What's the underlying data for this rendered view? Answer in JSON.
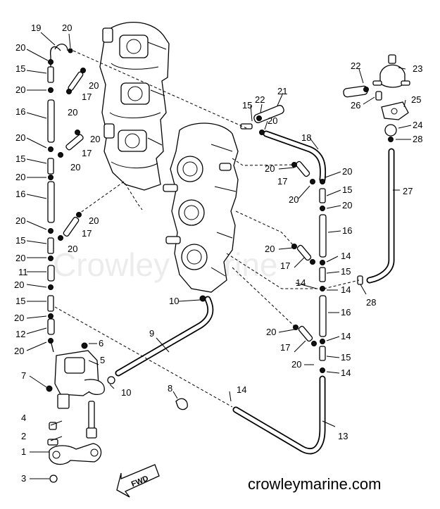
{
  "watermark": "Crowley Marine",
  "site_label": "crowleymarine.com",
  "fwd_label": "FWD",
  "callouts": [
    {
      "id": "c19",
      "text": "19"
    },
    {
      "id": "c20a",
      "text": "20"
    },
    {
      "id": "c20b",
      "text": "20"
    },
    {
      "id": "c15a",
      "text": "15"
    },
    {
      "id": "c20c",
      "text": "20"
    },
    {
      "id": "c17a",
      "text": "17"
    },
    {
      "id": "c20d",
      "text": "20"
    },
    {
      "id": "c20e",
      "text": "20"
    },
    {
      "id": "c16a",
      "text": "16"
    },
    {
      "id": "c20f",
      "text": "20"
    },
    {
      "id": "c20g",
      "text": "20"
    },
    {
      "id": "c17b",
      "text": "17"
    },
    {
      "id": "c15b",
      "text": "15"
    },
    {
      "id": "c20h",
      "text": "20"
    },
    {
      "id": "c20i",
      "text": "20"
    },
    {
      "id": "c16b",
      "text": "16"
    },
    {
      "id": "c20j",
      "text": "20"
    },
    {
      "id": "c20k",
      "text": "20"
    },
    {
      "id": "c17c",
      "text": "17"
    },
    {
      "id": "c15c",
      "text": "15"
    },
    {
      "id": "c20l",
      "text": "20"
    },
    {
      "id": "c20m",
      "text": "20"
    },
    {
      "id": "c11",
      "text": "11"
    },
    {
      "id": "c20n",
      "text": "20"
    },
    {
      "id": "c15d",
      "text": "15"
    },
    {
      "id": "c20o",
      "text": "20"
    },
    {
      "id": "c12",
      "text": "12"
    },
    {
      "id": "c20p",
      "text": "20"
    },
    {
      "id": "c6",
      "text": "6"
    },
    {
      "id": "c5",
      "text": "5"
    },
    {
      "id": "c7",
      "text": "7"
    },
    {
      "id": "c10a",
      "text": "10"
    },
    {
      "id": "c10b",
      "text": "10"
    },
    {
      "id": "c9",
      "text": "9"
    },
    {
      "id": "c8",
      "text": "8"
    },
    {
      "id": "c4",
      "text": "4"
    },
    {
      "id": "c2",
      "text": "2"
    },
    {
      "id": "c1",
      "text": "1"
    },
    {
      "id": "c3",
      "text": "3"
    },
    {
      "id": "c14a",
      "text": "14"
    },
    {
      "id": "c13",
      "text": "13"
    },
    {
      "id": "c22a",
      "text": "22"
    },
    {
      "id": "c23",
      "text": "23"
    },
    {
      "id": "c26",
      "text": "26"
    },
    {
      "id": "c25",
      "text": "25"
    },
    {
      "id": "c24",
      "text": "24"
    },
    {
      "id": "c28a",
      "text": "28"
    },
    {
      "id": "c27",
      "text": "27"
    },
    {
      "id": "c15e",
      "text": "15"
    },
    {
      "id": "c22b",
      "text": "22"
    },
    {
      "id": "c21",
      "text": "21"
    },
    {
      "id": "c20q",
      "text": "20"
    },
    {
      "id": "c18",
      "text": "18"
    },
    {
      "id": "c20r",
      "text": "20"
    },
    {
      "id": "c17d",
      "text": "17"
    },
    {
      "id": "c20s",
      "text": "20"
    },
    {
      "id": "c15f",
      "text": "15"
    },
    {
      "id": "c20t",
      "text": "20"
    },
    {
      "id": "c20u",
      "text": "20"
    },
    {
      "id": "c16c",
      "text": "16"
    },
    {
      "id": "c20v",
      "text": "20"
    },
    {
      "id": "c17e",
      "text": "17"
    },
    {
      "id": "c14b",
      "text": "14"
    },
    {
      "id": "c15g",
      "text": "15"
    },
    {
      "id": "c14c",
      "text": "14"
    },
    {
      "id": "c14d",
      "text": "14"
    },
    {
      "id": "c28b",
      "text": "28"
    },
    {
      "id": "c16d",
      "text": "16"
    },
    {
      "id": "c20w",
      "text": "20"
    },
    {
      "id": "c14e",
      "text": "14"
    },
    {
      "id": "c17f",
      "text": "17"
    },
    {
      "id": "c15h",
      "text": "15"
    },
    {
      "id": "c20x",
      "text": "20"
    },
    {
      "id": "c14f",
      "text": "14"
    }
  ]
}
